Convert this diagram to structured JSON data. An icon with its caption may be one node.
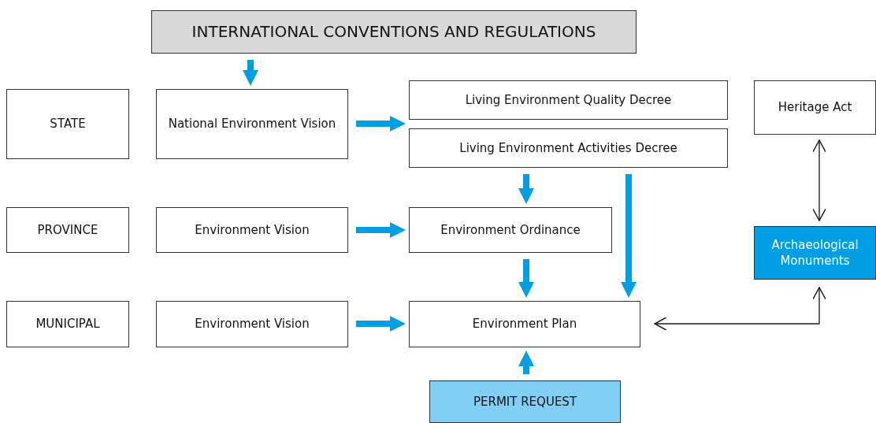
{
  "diagram": {
    "nodes": [
      {
        "text": [
          "INTERNATIONAL CONVENTIONS AND REGULATIONS"
        ]
      },
      {
        "text": [
          "STATE"
        ]
      },
      {
        "text": [
          "National Environment Vision"
        ]
      },
      {
        "text": [
          "Living Environment Quality Decree"
        ]
      },
      {
        "text": [
          "Living Environment Activities Decree"
        ]
      },
      {
        "text": [
          "Heritage Act"
        ]
      },
      {
        "text": [
          "PROVINCE"
        ]
      },
      {
        "text": [
          "Environment Vision"
        ]
      },
      {
        "text": [
          "Environment Ordinance"
        ]
      },
      {
        "text": [
          "Archaeological Monuments"
        ]
      },
      {
        "text": [
          "MUNICIPAL"
        ]
      },
      {
        "text": [
          "Environment Vision"
        ]
      },
      {
        "text": [
          "Environment Plan"
        ]
      },
      {
        "text": [
          "PERMIT REQUEST"
        ]
      }
    ],
    "edges": [
      {
        "from": 0,
        "to": 2,
        "arrow": "to"
      },
      {
        "from": 2,
        "to": 3,
        "arrow": "to"
      },
      {
        "from": 2,
        "to": 4,
        "arrow": "to"
      },
      {
        "from": 4,
        "to": 8,
        "arrow": "to"
      },
      {
        "from": 4,
        "to": 12,
        "arrow": "to"
      },
      {
        "from": 7,
        "to": 8,
        "arrow": "to"
      },
      {
        "from": 8,
        "to": 12,
        "arrow": "to"
      },
      {
        "from": 11,
        "to": 12,
        "arrow": "to"
      },
      {
        "from": 13,
        "to": 12,
        "arrow": "to"
      },
      {
        "from": 5,
        "to": 9,
        "arrow": "both",
        "color": "#1a1a1a"
      },
      {
        "from": 12,
        "to": 9,
        "arrow": "both",
        "color": "#1a1a1a"
      }
    ]
  }
}
